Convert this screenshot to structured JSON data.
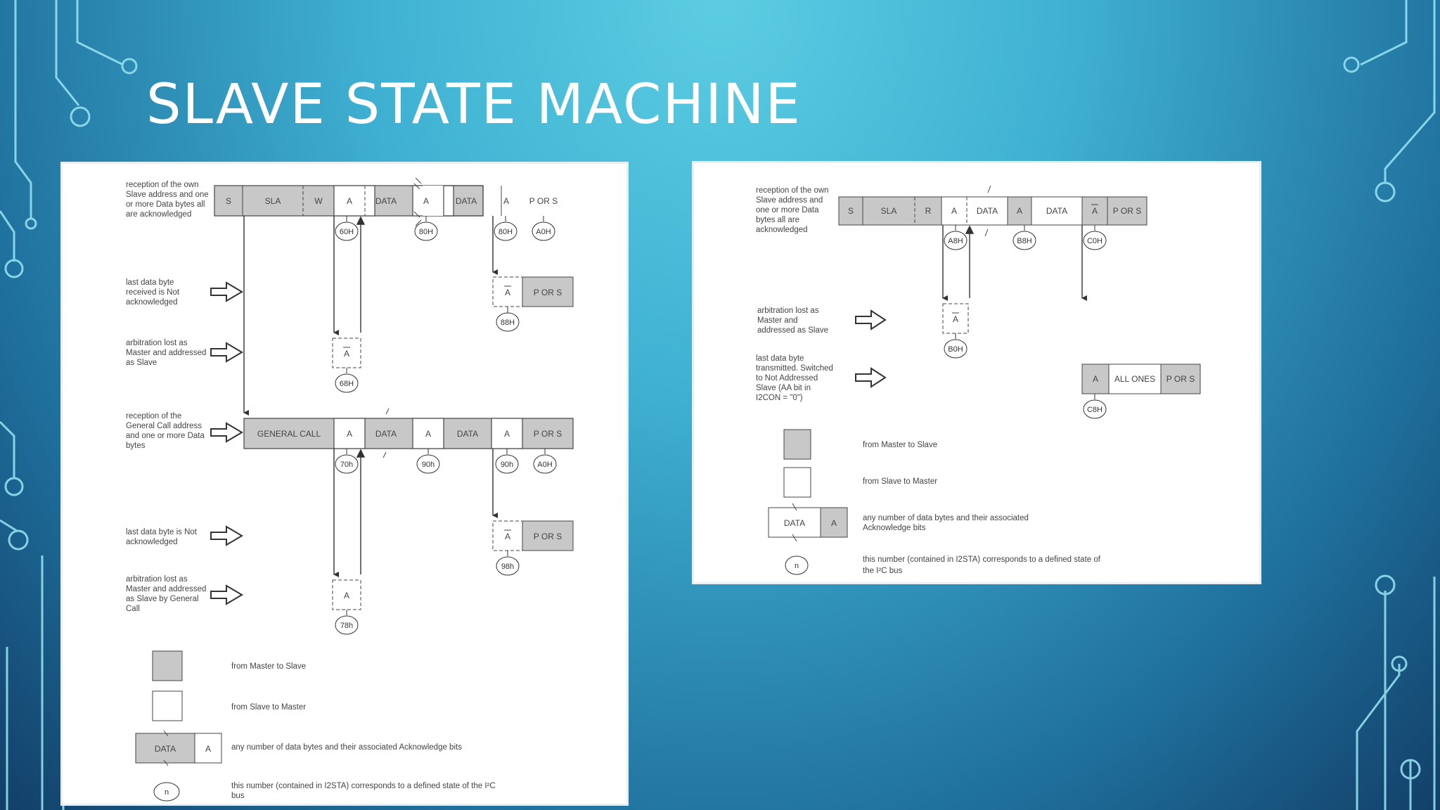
{
  "title": "SLAVE STATE MACHINE",
  "left": {
    "desc1": [
      "reception of the own",
      "Slave address and one",
      "or more Data bytes all",
      "are acknowledged"
    ],
    "row1": [
      "S",
      "SLA",
      "W",
      "A",
      "DATA",
      "A",
      "DATA",
      "A",
      "P OR S"
    ],
    "codes1": [
      "60H",
      "80H",
      "80H",
      "A0H"
    ],
    "desc2": [
      "last data byte",
      "received is Not",
      "acknowledged"
    ],
    "row2": [
      "A",
      "P OR S"
    ],
    "code2": "88H",
    "desc3": [
      "arbitration lost as",
      "Master and addressed",
      "as Slave"
    ],
    "nack3": "A",
    "code3": "68H",
    "desc4": [
      "reception of the",
      "General Call address",
      "and one or more Data",
      "bytes"
    ],
    "row4": [
      "GENERAL CALL",
      "A",
      "DATA",
      "A",
      "DATA",
      "A",
      "P OR S"
    ],
    "codes4": [
      "70h",
      "90h",
      "90h",
      "A0H"
    ],
    "desc5": [
      "last data byte is Not",
      "acknowledged"
    ],
    "row5": [
      "A",
      "P OR S"
    ],
    "code5": "98h",
    "desc6": [
      "arbitration lost as",
      "Master and addressed",
      "as Slave by General",
      "Call"
    ],
    "ack6": "A",
    "code6": "78h",
    "legend": {
      "m2s": "from Master to Slave",
      "s2m": "from Slave to Master",
      "data_cell": "DATA",
      "a_cell": "A",
      "any": "any number of data bytes and their associated Acknowledge bits",
      "n": "n",
      "num": [
        "this number (contained in I2STA) corresponds to a defined state of the I²C",
        "bus"
      ]
    }
  },
  "right": {
    "desc1": [
      "reception of the own",
      "Slave address and",
      "one or more Data",
      "bytes all are",
      "acknowledged"
    ],
    "row1": [
      "S",
      "SLA",
      "R",
      "A",
      "DATA",
      "A",
      "DATA",
      "A",
      "P OR S"
    ],
    "codes1": [
      "A8H",
      "B8H",
      "C0H"
    ],
    "desc2": [
      "arbitration lost as",
      "Master and",
      "addressed as Slave"
    ],
    "nack2": "A",
    "code2": "B0H",
    "desc3": [
      "last data byte",
      "transmitted. Switched",
      "to Not Addressed",
      "Slave (AA bit in",
      "I2CON = \"0\")"
    ],
    "row3": [
      "A",
      "ALL ONES",
      "P OR S"
    ],
    "code3": "C8H",
    "legend": {
      "m2s": "from Master to Slave",
      "s2m": "from Slave to Master",
      "data_cell": "DATA",
      "a_cell": "A",
      "any": [
        "any number of data bytes and their associated",
        "Acknowledge bits"
      ],
      "n": "n",
      "num": [
        "this number (contained in I2STA) corresponds to a defined state of",
        "the I²C bus"
      ]
    }
  },
  "colors": {
    "sent": "#c8c8c8",
    "line": "#333333",
    "text": "#444444"
  }
}
